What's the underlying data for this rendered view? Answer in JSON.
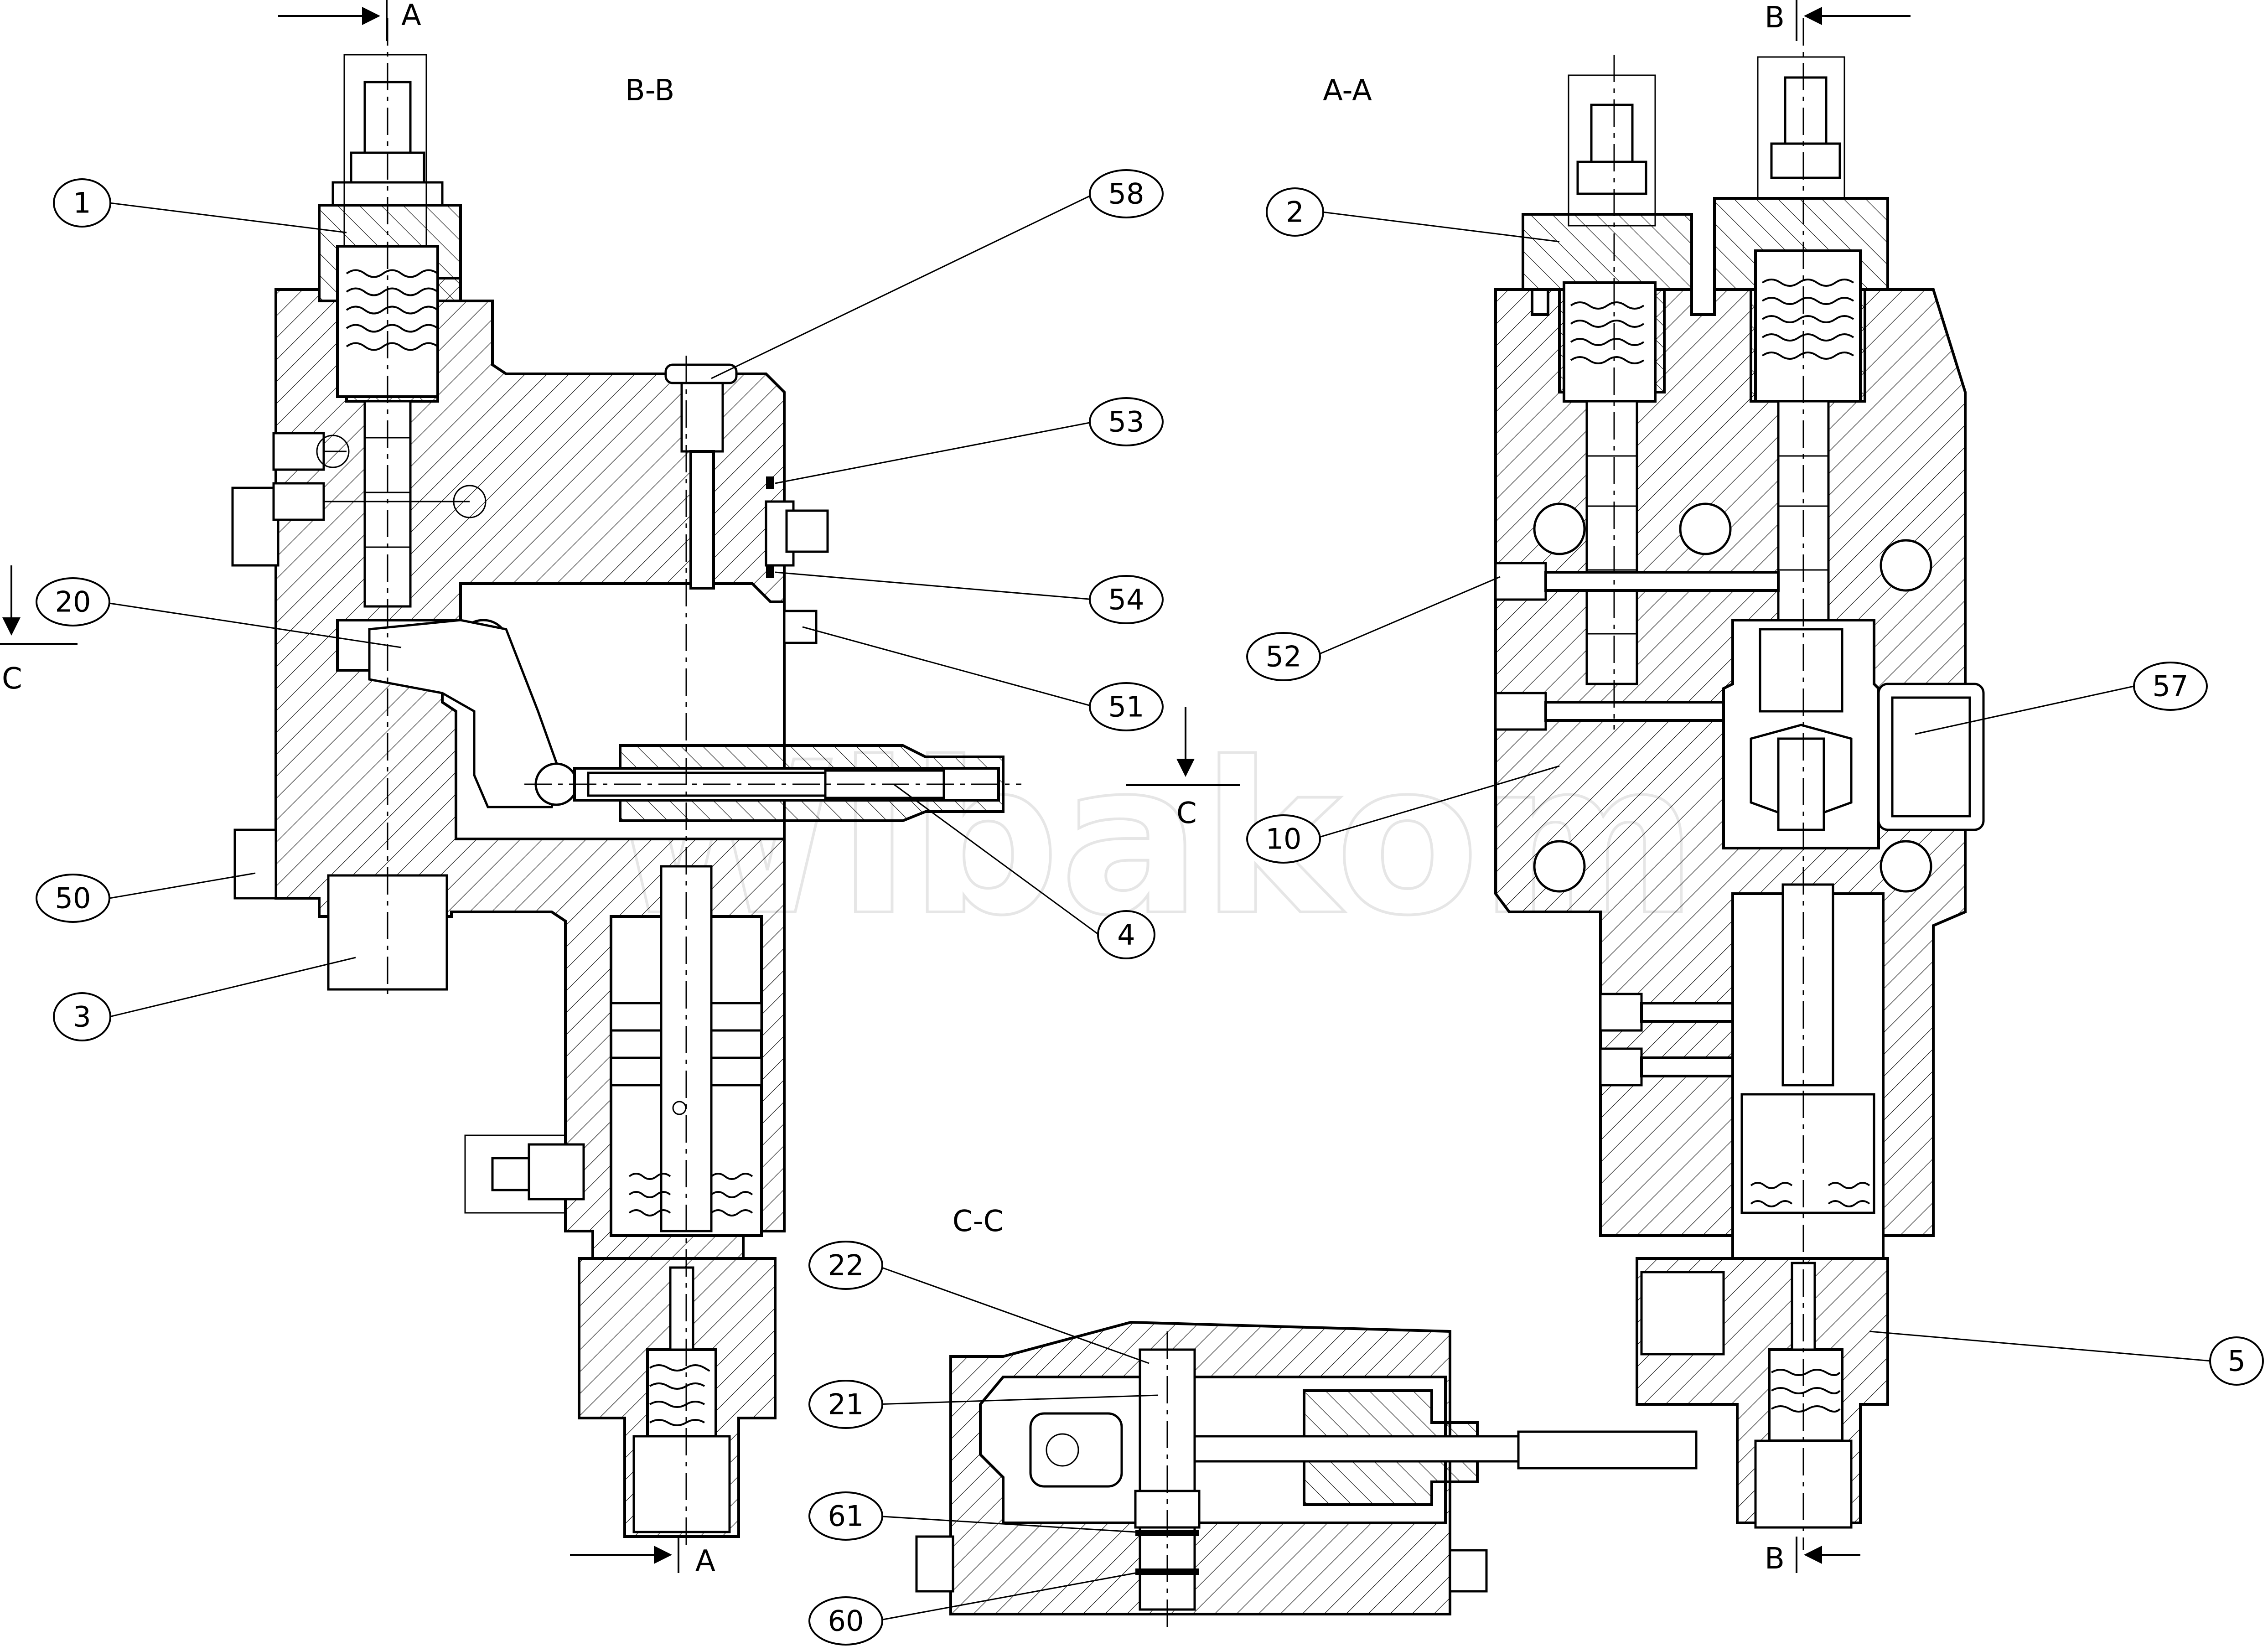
{
  "views": {
    "bb": "B-B",
    "aa": "A-A",
    "cc": "C-C"
  },
  "section_marks": {
    "a_top": "A",
    "a_bottom": "A",
    "b_top": "B",
    "b_bottom": "B",
    "c_left": "C",
    "c_right": "C"
  },
  "callouts": {
    "p1": "1",
    "p2": "2",
    "p3": "3",
    "p4": "4",
    "p5": "5",
    "p10": "10",
    "p20": "20",
    "p21": "21",
    "p22": "22",
    "p50": "50",
    "p51": "51",
    "p52": "52",
    "p53": "53",
    "p54": "54",
    "p57": "57",
    "p58": "58",
    "p60": "60",
    "p61": "61"
  },
  "watermark": "Wibakom",
  "colors": {
    "line": "#000000",
    "background": "#ffffff",
    "watermark": "#e6e6e6"
  }
}
